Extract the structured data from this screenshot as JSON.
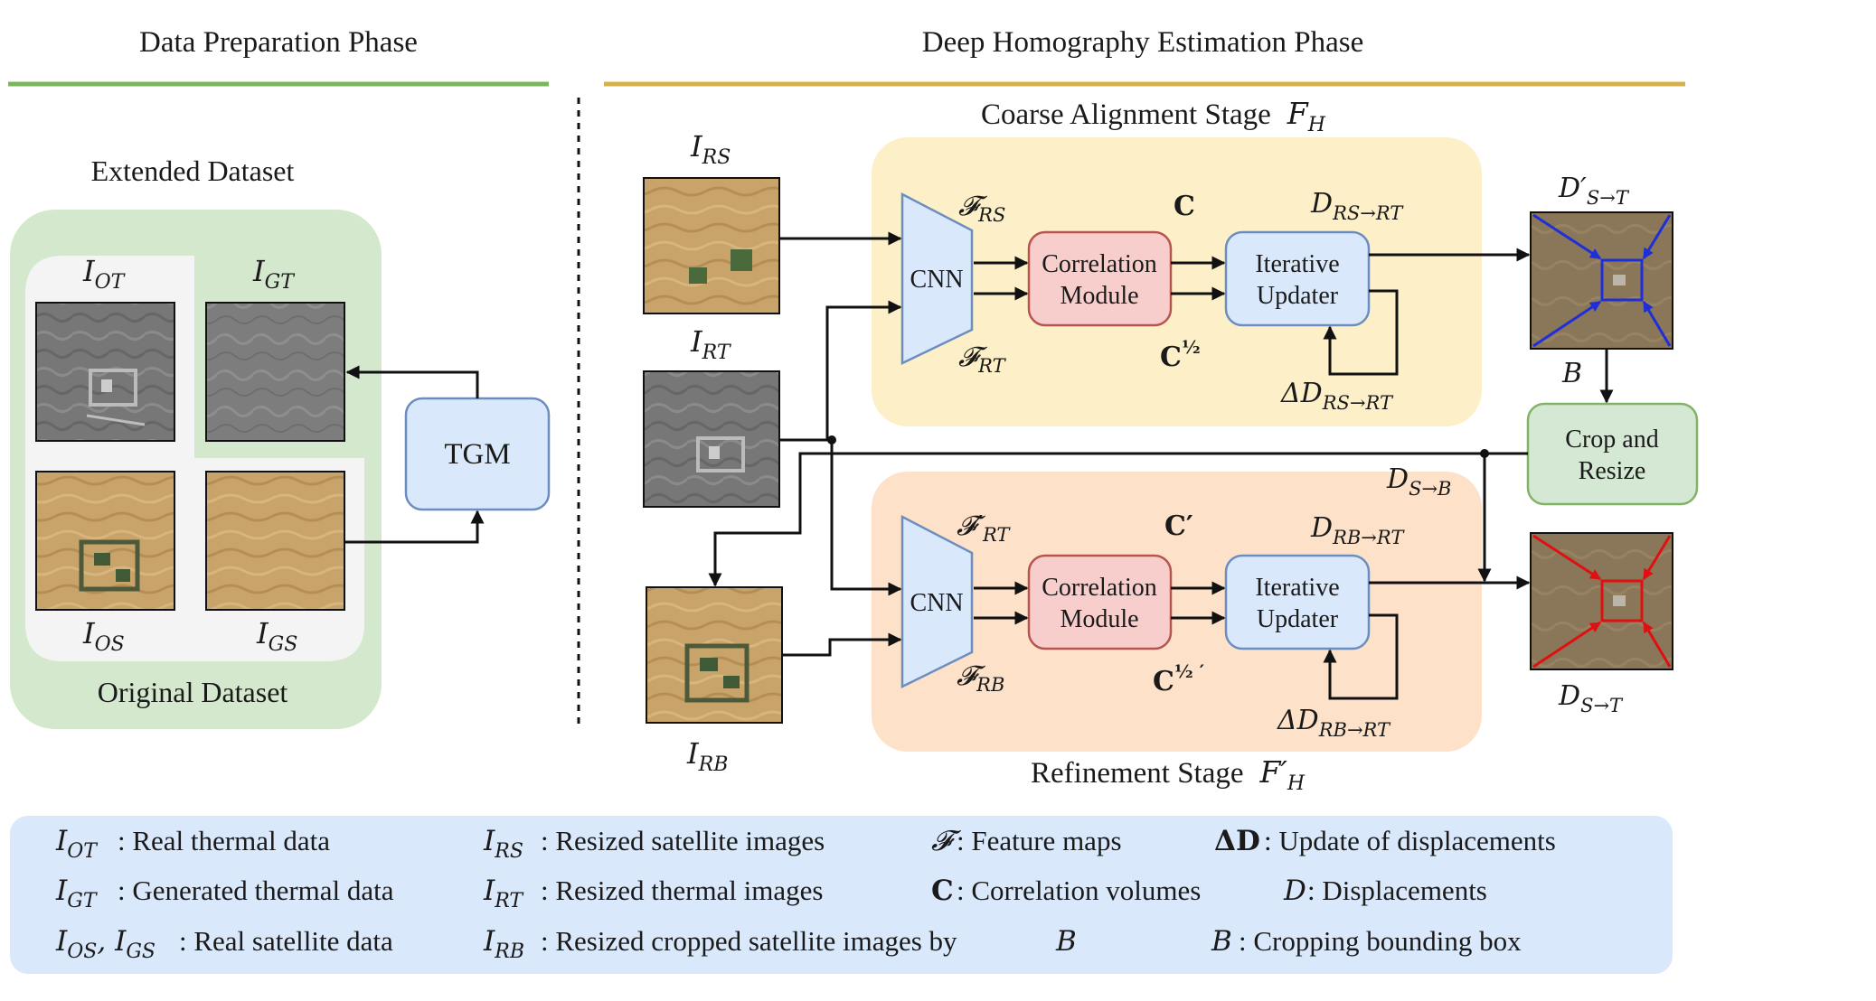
{
  "phases": {
    "left_title": "Data Preparation Phase",
    "right_title": "Deep Homography Estimation Phase"
  },
  "datasets": {
    "extended": "Extended Dataset",
    "original": "Original Dataset",
    "tgm": "TGM",
    "img_ot": "I",
    "img_ot_sub": "OT",
    "img_gt": "I",
    "img_gt_sub": "GT",
    "img_os": "I",
    "img_os_sub": "OS",
    "img_gs": "I",
    "img_gs_sub": "GS"
  },
  "inputs": {
    "i_rs": "I",
    "i_rs_sub": "RS",
    "i_rt": "I",
    "i_rt_sub": "RT",
    "i_rb": "I",
    "i_rb_sub": "RB"
  },
  "coarse": {
    "title": "Coarse Alignment Stage",
    "title_sym": "F",
    "title_sub": "H",
    "cnn": "CNN",
    "corr_line1": "Correlation",
    "corr_line2": "Module",
    "upd_line1": "Iterative",
    "upd_line2": "Updater",
    "feat_top": "𝓕",
    "feat_top_sub": "RS",
    "feat_bot": "𝓕",
    "feat_bot_sub": "RT",
    "c_full": "C",
    "c_half": "C",
    "c_half_exp": "½",
    "d_out": "D",
    "d_out_sub": "RS→RT",
    "delta": "ΔD",
    "delta_sub": "RS→RT"
  },
  "refine": {
    "title": "Refinement Stage",
    "title_sym": "F′",
    "title_sub": "H",
    "cnn": "CNN",
    "corr_line1": "Correlation",
    "corr_line2": "Module",
    "upd_line1": "Iterative",
    "upd_line2": "Updater",
    "feat_top": "𝓕′",
    "feat_top_sub": "RT",
    "feat_bot": "𝓕",
    "feat_bot_sub": "RB",
    "c_full": "C′",
    "c_half": "C",
    "c_half_exp": "½ ′",
    "d_out": "D",
    "d_out_sub": "RB→RT",
    "delta": "ΔD",
    "delta_sub": "RB→RT"
  },
  "outputs": {
    "d_prime": "D′",
    "d_prime_sub": "S→T",
    "b": "B",
    "crop_line1": "Crop and",
    "crop_line2": "Resize",
    "d_sb": "D",
    "d_sb_sub": "S→B",
    "d_final": "D",
    "d_final_sub": "S→T"
  },
  "legend": {
    "r1c1_sym": "I",
    "r1c1_sub": "OT",
    "r1c1_text": ":  Real thermal data",
    "r2c1_sym": "I",
    "r2c1_sub": "GT",
    "r2c1_text": ":  Generated thermal data",
    "r3c1_sym": "I",
    "r3c1_sub": "OS",
    "r3c1_mid": ", I",
    "r3c1_sub2": "GS",
    "r3c1_text": ":  Real satellite data",
    "r1c2_sym": "I",
    "r1c2_sub": "RS",
    "r1c2_text": ":  Resized satellite images",
    "r2c2_sym": "I",
    "r2c2_sub": "RT",
    "r2c2_text": ":  Resized thermal images",
    "r3c2_sym": "I",
    "r3c2_sub": "RB",
    "r3c2_text": ":  Resized cropped satellite images by",
    "r3c2_b": "B",
    "r1c3_sym": "𝓕",
    "r1c3_text": ":  Feature maps",
    "r2c3_sym": "C",
    "r2c3_text": ":  Correlation volumes",
    "r3c3_sym": "B",
    "r3c3_text": ":  Cropping bounding box",
    "r1c4_sym": "ΔD",
    "r1c4_text": ":   Update of displacements",
    "r2c4_sym": "D",
    "r2c4_text": ":   Displacements"
  },
  "colors": {
    "green_line": "#7ab65b",
    "gold_line": "#d7b04d",
    "green_panel": "#d4e8cd",
    "coarse_panel": "#fdf0c8",
    "refine_panel": "#fde2c9",
    "box_blue": "#dae8fc",
    "box_red": "#f8cecc",
    "box_green": "#d5e8d4",
    "legend_bg": "#dae8fc"
  }
}
